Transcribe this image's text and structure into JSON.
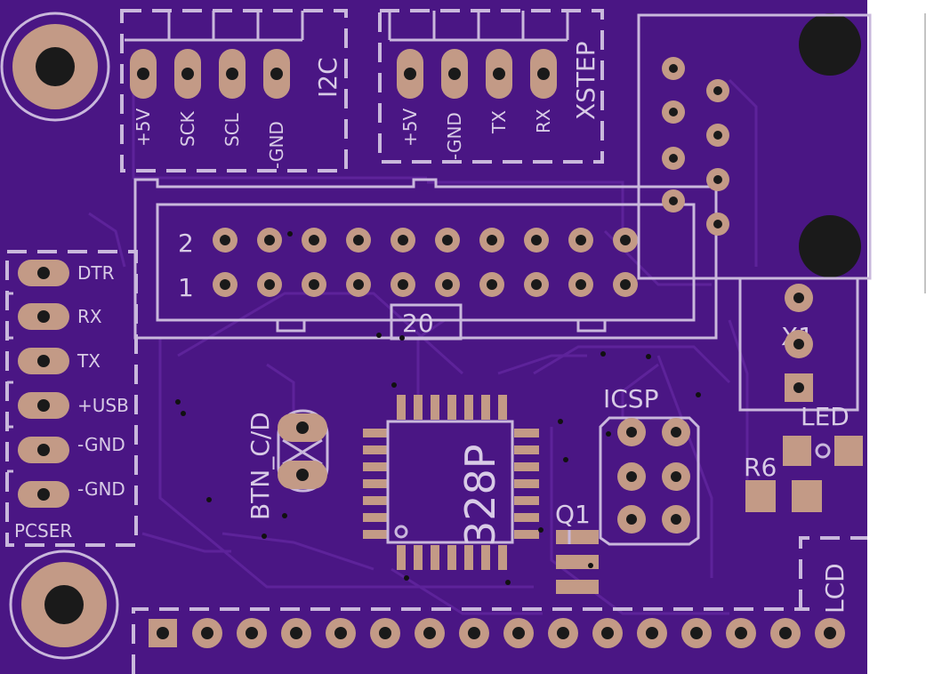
{
  "board": {
    "colors": {
      "background": "#ffffff",
      "board": "#4a1684",
      "trace": "#5d239a",
      "silkscreen": "#c9b8dc",
      "copper": "#c39a86",
      "hole": "#111111"
    }
  },
  "labels": {
    "i2c": "I2C",
    "i2c_pins": [
      "+5V",
      "SCK",
      "SCL",
      "-GND"
    ],
    "xstep": "XSTEP",
    "xstep_pins": [
      "+5V",
      "-GND",
      "TX",
      "RX"
    ],
    "pcser": "PCSER",
    "pcser_pins": [
      "DTR",
      "RX",
      "TX",
      "+USB",
      "-GND",
      "-GND"
    ],
    "header_row2": "2",
    "header_row1": "1",
    "header_count": "20",
    "btn": "BTN_C/D",
    "chip": "328P",
    "icsp": "ICSP",
    "q1": "Q1",
    "r6": "R6",
    "led": "LED",
    "x1": "X1",
    "lcd": "LCD"
  }
}
